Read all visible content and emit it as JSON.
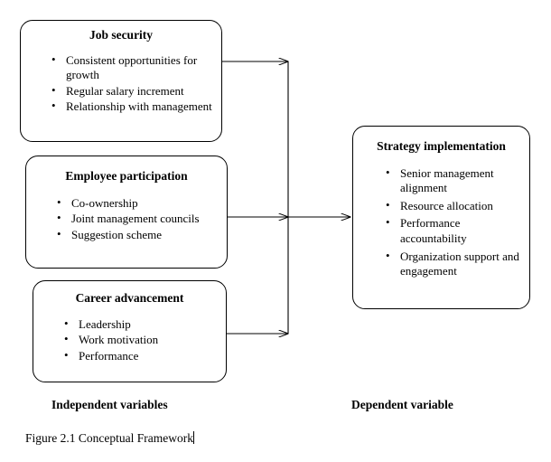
{
  "diagram": {
    "type": "conceptual-framework",
    "boxes": [
      {
        "id": "job-security",
        "title": "Job security",
        "items": [
          "Consistent opportunities for growth",
          "Regular salary increment",
          "Relationship with management"
        ]
      },
      {
        "id": "employee-participation",
        "title": "Employee participation",
        "items": [
          "Co-ownership",
          "Joint management councils",
          "Suggestion scheme"
        ]
      },
      {
        "id": "career-advancement",
        "title": "Career advancement",
        "items": [
          "Leadership",
          "Work motivation",
          "Performance"
        ]
      },
      {
        "id": "strategy-implementation",
        "title": "Strategy implementation",
        "items": [
          "Senior management alignment",
          "Resource allocation",
          "Performance accountability",
          "Organization support and engagement"
        ]
      }
    ],
    "labels": {
      "independent": "Independent variables",
      "dependent": "Dependent variable"
    },
    "caption": "Figure 2.1 Conceptual Framework",
    "colors": {
      "stroke": "#000000",
      "background": "#ffffff",
      "text": "#000000"
    }
  }
}
